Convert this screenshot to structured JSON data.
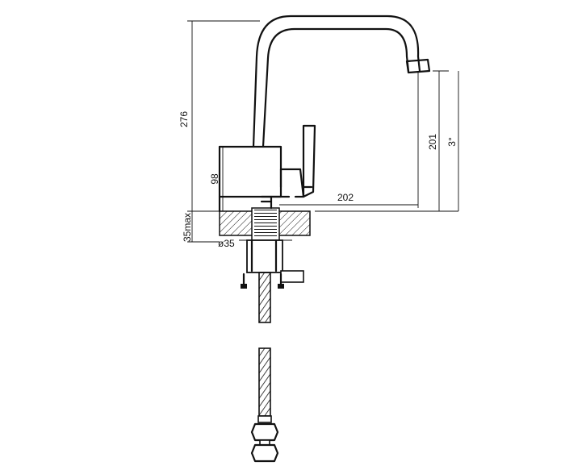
{
  "dimensions": {
    "total_height": "276",
    "body_height": "98",
    "deck_thickness": "35max",
    "hole_diameter": "ø35",
    "spout_reach": "202",
    "spout_height": "201",
    "swivel_hint": "3°"
  },
  "colors": {
    "ink": "#111111",
    "background": "#ffffff"
  }
}
